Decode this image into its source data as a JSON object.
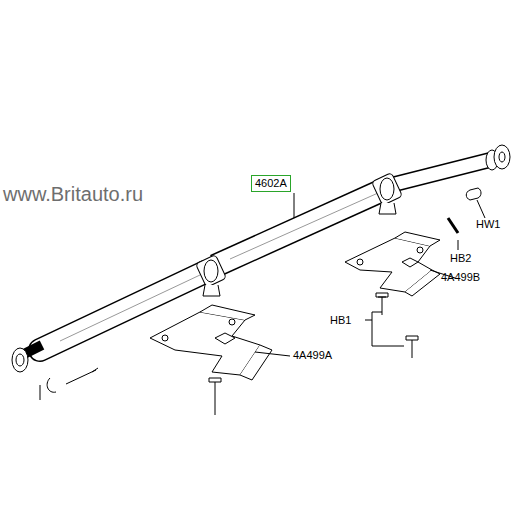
{
  "diagram": {
    "nodes": [
      {
        "text": [
          "4602A"
        ]
      }
    ],
    "labels": [
      "www.Britauto.ru",
      "4A499B",
      "HW1",
      "HB2",
      "HB1",
      "4A499A"
    ]
  }
}
